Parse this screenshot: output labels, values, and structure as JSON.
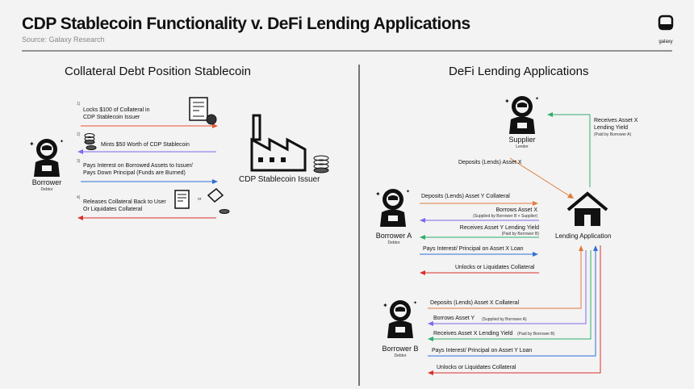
{
  "header": {
    "title": "CDP Stablecoin Functionality v. DeFi Lending Applications",
    "source": "Source: Galaxy Research",
    "logo_text": "galaxy"
  },
  "left": {
    "heading": "Collateral Debt Position Stablecoin",
    "borrower": {
      "name": "Borrower",
      "role": "Debtor"
    },
    "issuer": "CDP Stablecoin Issuer",
    "steps": [
      {
        "num": "1)",
        "text": [
          "Locks $100 of Collateral in",
          "CDP Stablecoin Issuer"
        ],
        "color": "#e8532f"
      },
      {
        "num": "2)",
        "text": [
          "Mints $50 Worth of CDP Stablecoin"
        ],
        "color": "#7b68ee"
      },
      {
        "num": "3)",
        "text": [
          "Pays Interest on Borrowed Assets to Issuer/",
          "Pays Down Principal (Funds are Burned)"
        ],
        "color": "#2f6fd8"
      },
      {
        "num": "4)",
        "text": [
          "Releases Collateral Back to User",
          "Or Liquidates Collateral"
        ],
        "color": "#d9302c"
      }
    ],
    "or_label": "or"
  },
  "right": {
    "heading": "DeFi Lending Applications",
    "supplier": {
      "name": "Supplier",
      "role": "Lender"
    },
    "app": "Lending Application",
    "borrower_a": {
      "name": "Borrower A",
      "role": "Debtor"
    },
    "borrower_b": {
      "name": "Borrower B",
      "role": "Debtor"
    },
    "supplier_deposit": "Deposits (Lends) Asset X",
    "supplier_yield": [
      "Receives Asset X",
      "Lending Yield"
    ],
    "supplier_yield_note": "(Paid by Borrower A)",
    "a_flows": [
      {
        "text": "Deposits (Lends) Asset Y Collateral",
        "note": "",
        "color": "#e07b39"
      },
      {
        "text": "Borrows Asset X",
        "note": "(Supplied by Borrower B + Supplier)",
        "color": "#7b68ee"
      },
      {
        "text": "Receives Asset Y Lending Yield",
        "note": "(Paid by Borrower B)",
        "color": "#2fae6e"
      },
      {
        "text": "Pays Interest/ Principal on Asset X Loan",
        "note": "",
        "color": "#2f6fd8"
      },
      {
        "text": "Unlocks or Liquidates Collateral",
        "note": "",
        "color": "#d9302c"
      }
    ],
    "b_flows": [
      {
        "text": "Deposits (Lends) Asset X Collateral",
        "note": "",
        "color": "#e07b39"
      },
      {
        "text": "Borrows Asset Y",
        "note": "(Supplied by Borrower A)",
        "color": "#7b68ee"
      },
      {
        "text": "Receives Asset X Lending Yield",
        "note": "(Paid by Borrower B)",
        "color": "#2fae6e"
      },
      {
        "text": "Pays Interest/ Principal on Asset Y Loan",
        "note": "",
        "color": "#2f6fd8"
      },
      {
        "text": "Unlocks or Liquidates Collateral",
        "note": "",
        "color": "#d9302c"
      }
    ]
  }
}
